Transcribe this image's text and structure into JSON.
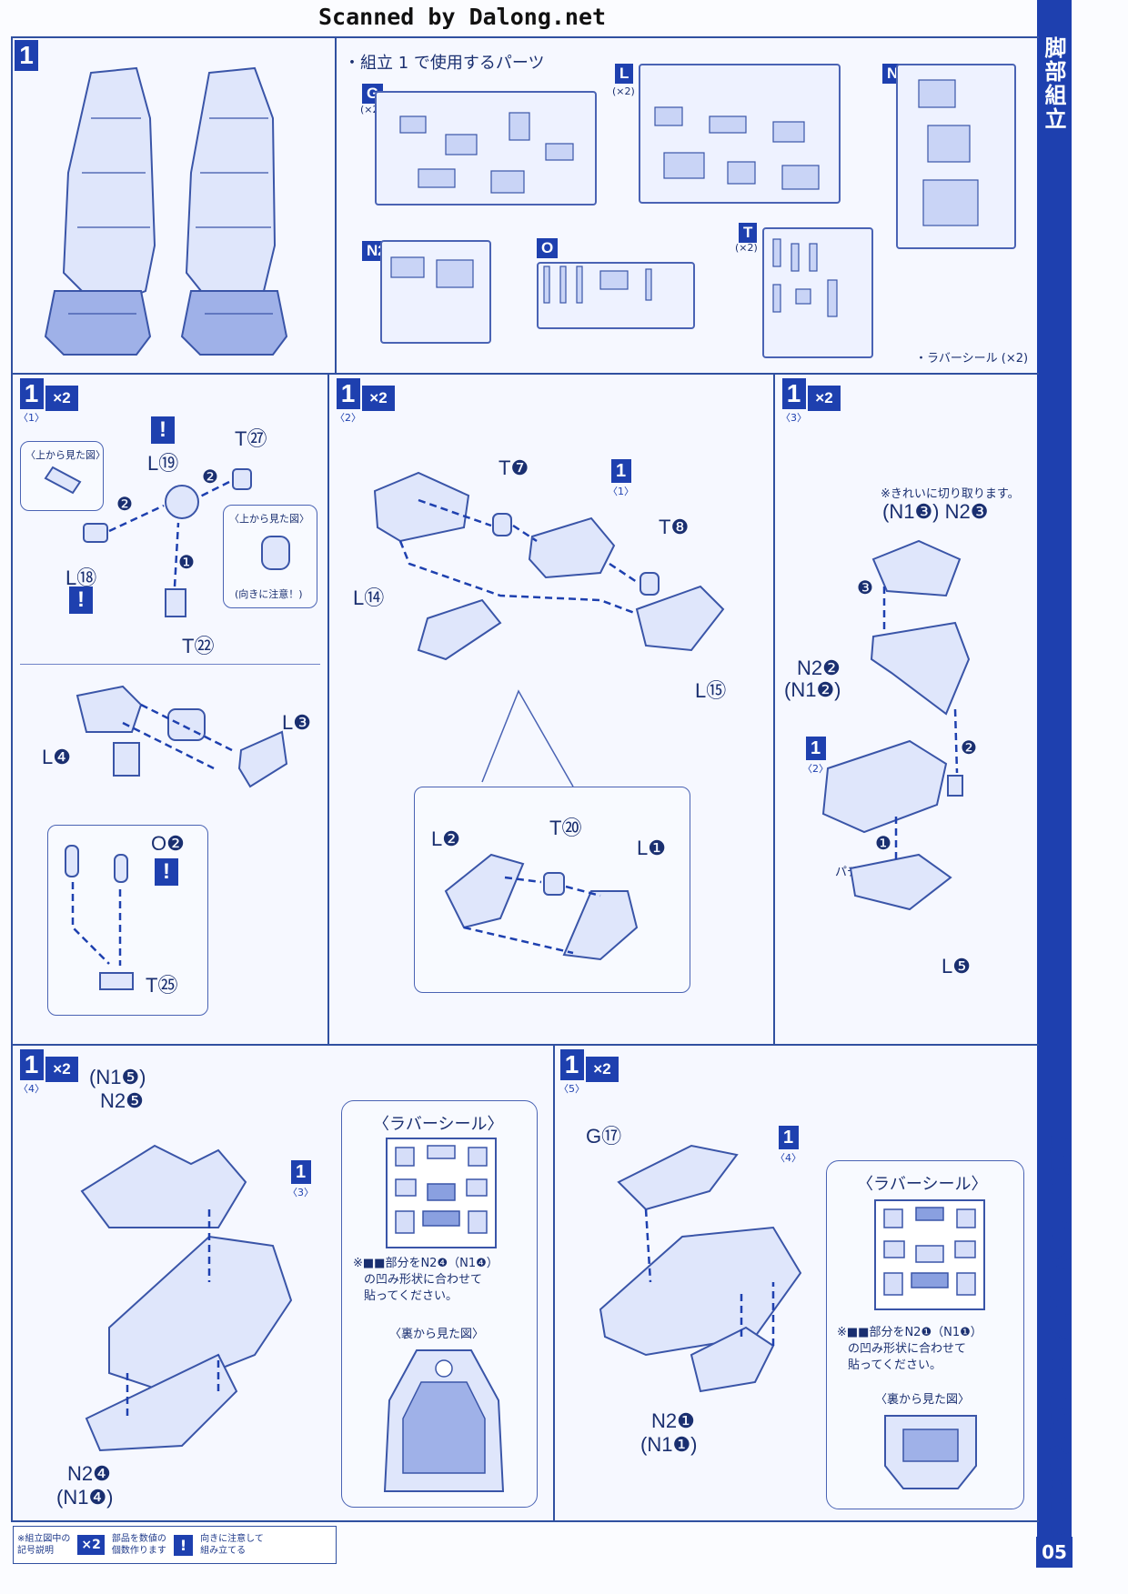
{
  "header": {
    "scan_credit": "Scanned by Dalong.net"
  },
  "sidebar": {
    "title": "脚部組立",
    "english_title": "LEG UNIT ASSEMBLE",
    "page_number": "05"
  },
  "parts_section": {
    "step": "1",
    "title": "・組立 1 で使用するパーツ",
    "runners": [
      {
        "id": "G",
        "qty": "(×2)"
      },
      {
        "id": "L",
        "qty": "(×2)"
      },
      {
        "id": "N1",
        "qty": ""
      },
      {
        "id": "N2",
        "qty": ""
      },
      {
        "id": "O",
        "qty": ""
      },
      {
        "id": "T",
        "qty": "(×2)"
      }
    ],
    "seal_note": "・ラバーシール (×2)"
  },
  "step1_1": {
    "step": "1",
    "sub": "〈1〉",
    "multiplier": "×2",
    "top_view_1": "〈上から見た図〉",
    "top_view_2": "〈上から見た図〉",
    "orientation_note": "(向きに注意！)",
    "labels": {
      "t27": "T㉗",
      "l19": "L⑲",
      "l18": "L⑱",
      "t22": "T㉒",
      "l3": "L❸",
      "l4": "L❹",
      "o2": "O❷",
      "t25": "T㉕"
    },
    "arrows": {
      "a1": "❶",
      "a2": "❷",
      "a3": "❷"
    }
  },
  "step1_2": {
    "step": "1",
    "sub": "〈2〉",
    "multiplier": "×2",
    "ref_step": "1",
    "ref_sub": "〈1〉",
    "labels": {
      "t7": "T❼",
      "t8": "T❽",
      "l14": "L⑭",
      "l15": "L⑮",
      "l2": "L❷",
      "t20": "T⑳",
      "l1": "L❶"
    }
  },
  "step1_3": {
    "step": "1",
    "sub": "〈3〉",
    "multiplier": "×2",
    "note": "※きれいに切り取ります。",
    "labels": {
      "n13_n23": "(N1❸) N2❸",
      "n22": "N2❷",
      "n12": "(N1❷)",
      "l5": "L❺",
      "snap": "パチッ"
    },
    "ref_step": "1",
    "ref_sub": "〈2〉",
    "arrows": {
      "a1": "❶",
      "a2": "❷",
      "a3": "❸"
    }
  },
  "step1_4": {
    "step": "1",
    "sub": "〈4〉",
    "multiplier": "×2",
    "labels": {
      "n15": "(N1❺)",
      "n25": "N2❺",
      "n24": "N2❹",
      "n14": "(N1❹)"
    },
    "ref_step": "1",
    "ref_sub": "〈3〉",
    "seal_title": "〈ラバーシール〉",
    "seal_note_1": "※■■部分をN2❹（N1❹）",
    "seal_note_2": "の凹み形状に合わせて",
    "seal_note_3": "貼ってください。",
    "back_view": "〈裏から見た図〉"
  },
  "step1_5": {
    "step": "1",
    "sub": "〈5〉",
    "multiplier": "×2",
    "labels": {
      "g17": "G⑰",
      "n21": "N2❶",
      "n11": "(N1❶)"
    },
    "ref_step": "1",
    "ref_sub": "〈4〉",
    "seal_title": "〈ラバーシール〉",
    "seal_note_1": "※■■部分をN2❶（N1❶）",
    "seal_note_2": "の凹み形状に合わせて",
    "seal_note_3": "貼ってください。",
    "back_view": "〈裏から見た図〉"
  },
  "legend": {
    "title_1": "※組立図中の",
    "title_2": "記号説明",
    "x2_symbol": "×2",
    "x2_text_1": "部品を数値の",
    "x2_text_2": "個数作ります",
    "caution_symbol": "!",
    "caution_text_1": "向きに注意して",
    "caution_text_2": "組み立てる"
  }
}
